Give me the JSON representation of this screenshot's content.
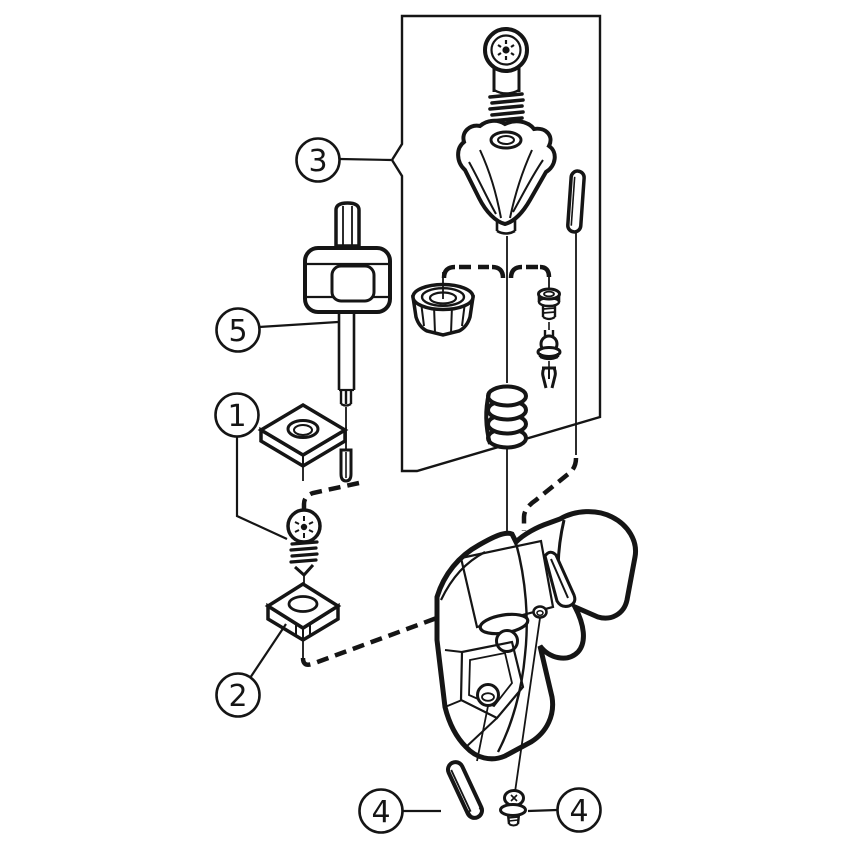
{
  "figure": {
    "kind": "exploded-parts-diagram",
    "background": "#ffffff",
    "line_color": "#151515"
  },
  "callouts": [
    {
      "label": "3",
      "part": "clamping-unit-assembly"
    },
    {
      "label": "5",
      "part": "torx-key"
    },
    {
      "label": "1",
      "part": "insert-and-screw"
    },
    {
      "label": "2",
      "part": "shim"
    },
    {
      "label": "4",
      "part": "lock-pin"
    },
    {
      "label": "4",
      "part": "shim-screw"
    }
  ]
}
